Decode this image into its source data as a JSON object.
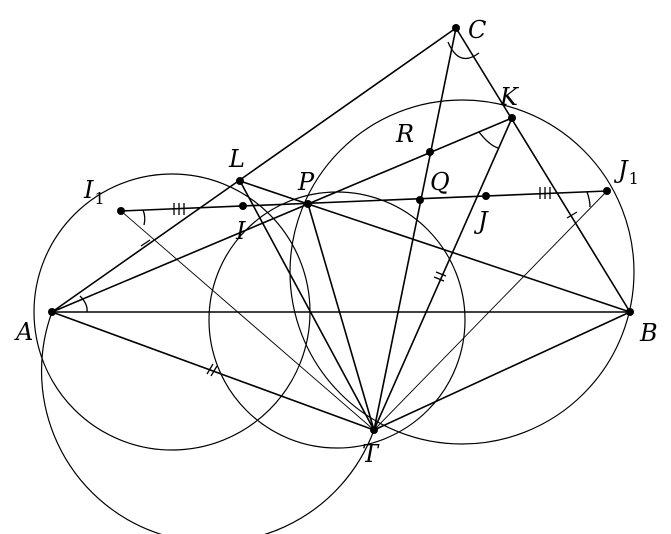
{
  "figure": {
    "points": [
      {
        "id": "A",
        "label": "A"
      },
      {
        "id": "B",
        "label": "B"
      },
      {
        "id": "C",
        "label": "C"
      },
      {
        "id": "T",
        "label": "T"
      },
      {
        "id": "P",
        "label": "P"
      },
      {
        "id": "L",
        "label": "L"
      },
      {
        "id": "K",
        "label": "K"
      },
      {
        "id": "I",
        "label": "I"
      },
      {
        "id": "J",
        "label": "J"
      },
      {
        "id": "I1",
        "label": "I",
        "subscript": "1"
      },
      {
        "id": "J1",
        "label": "J",
        "subscript": "1"
      },
      {
        "id": "Q",
        "label": "Q"
      },
      {
        "id": "R",
        "label": "R"
      }
    ]
  }
}
